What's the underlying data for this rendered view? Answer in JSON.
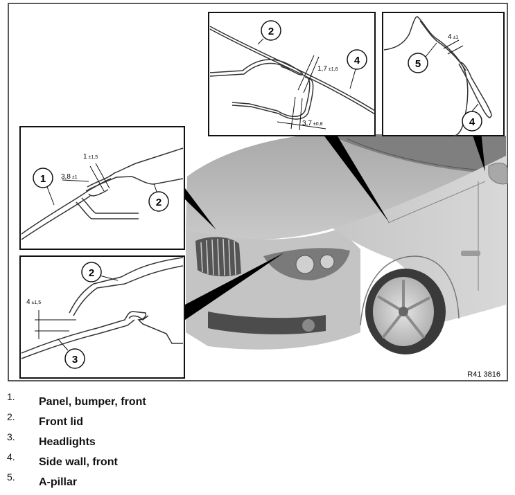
{
  "figure": {
    "figure_id": "R41 3816",
    "callouts": [
      "1",
      "2",
      "3",
      "4",
      "5"
    ],
    "dimensions": {
      "d1_value": "1",
      "d1_tol": "±1,5",
      "d2_value": "3,8",
      "d2_tol": "±1",
      "d3_value": "4",
      "d3_tol": "±1,5",
      "d4_value": "1,7",
      "d4_tol": "±1,6",
      "d5_value": "3,7",
      "d5_tol": "±0,8",
      "d6_value": "4",
      "d6_tol": "±1"
    }
  },
  "legend": [
    {
      "num": "1.",
      "text": "Panel, bumper, front"
    },
    {
      "num": "2.",
      "text": "Front lid"
    },
    {
      "num": "3.",
      "text": "Headlights"
    },
    {
      "num": "4.",
      "text": "Side wall, front"
    },
    {
      "num": "5.",
      "text": "A-pillar"
    }
  ]
}
